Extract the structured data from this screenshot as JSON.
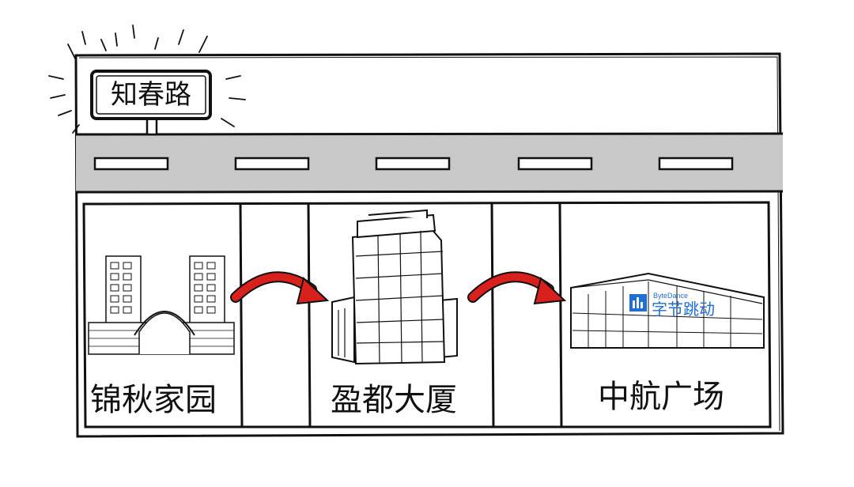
{
  "road_sign": {
    "text": "知春路"
  },
  "buildings": [
    {
      "name": "锦秋家园",
      "icon": "residential-compound-icon"
    },
    {
      "name": "盈都大厦",
      "icon": "office-tower-icon"
    },
    {
      "name": "中航广场",
      "icon": "bytedance-office-icon"
    }
  ],
  "company_logo": {
    "small": "ByteDance",
    "large": "字节跳动"
  },
  "colors": {
    "road": "#c8c8c8",
    "arrow": "#d8201c",
    "ink": "#111111",
    "logo": "#1f6fd1"
  }
}
